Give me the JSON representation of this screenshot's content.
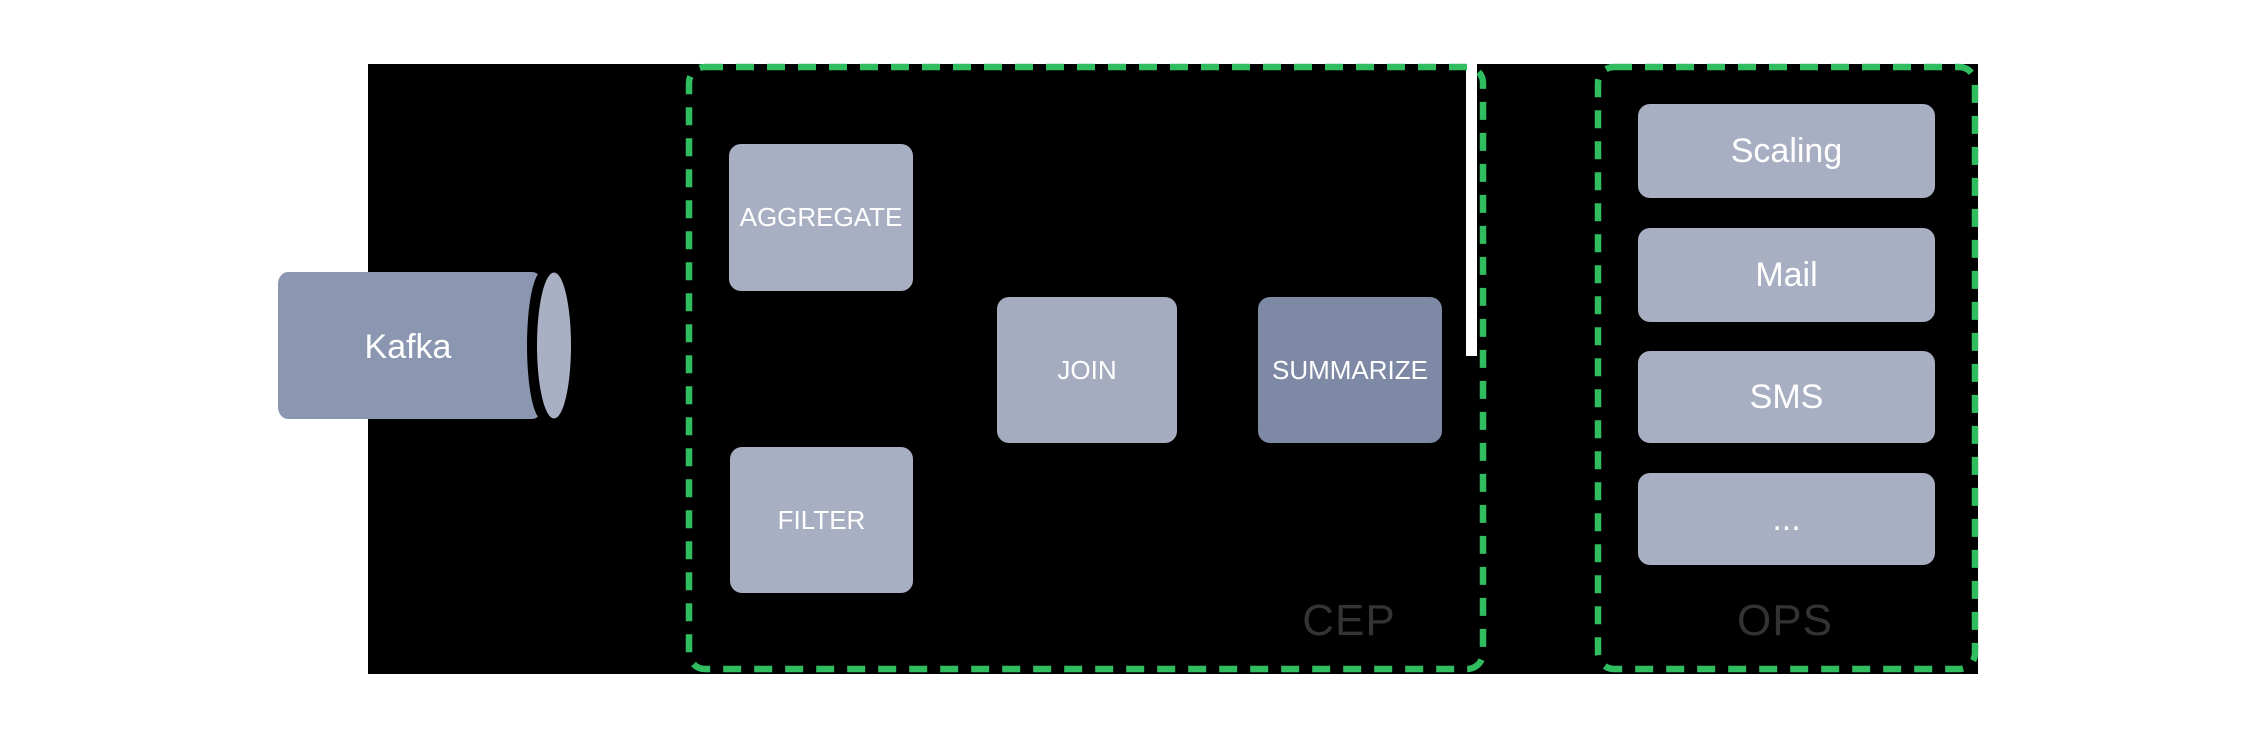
{
  "diagram": {
    "type": "stream-processing-architecture",
    "colors": {
      "background": "#ffffff",
      "panel": "#000000",
      "group_border_green": "#30bd60",
      "node_fill": "#a9afc2",
      "summarize_fill": "#7d89a5",
      "cylinder_body": "#8b96b0",
      "cylinder_cap": "#a9b0c4",
      "group_label_text": "#333333",
      "node_text": "#ffffff"
    }
  },
  "kafka": {
    "label": "Kafka"
  },
  "cep": {
    "label": "CEP",
    "nodes": [
      {
        "label": "AGGREGATE"
      },
      {
        "label": "FILTER"
      },
      {
        "label": "JOIN"
      },
      {
        "label": "SUMMARIZE"
      }
    ]
  },
  "ops": {
    "label": "OPS",
    "nodes": [
      {
        "label": "Scaling"
      },
      {
        "label": "Mail"
      },
      {
        "label": "SMS"
      },
      {
        "label": "..."
      }
    ]
  }
}
